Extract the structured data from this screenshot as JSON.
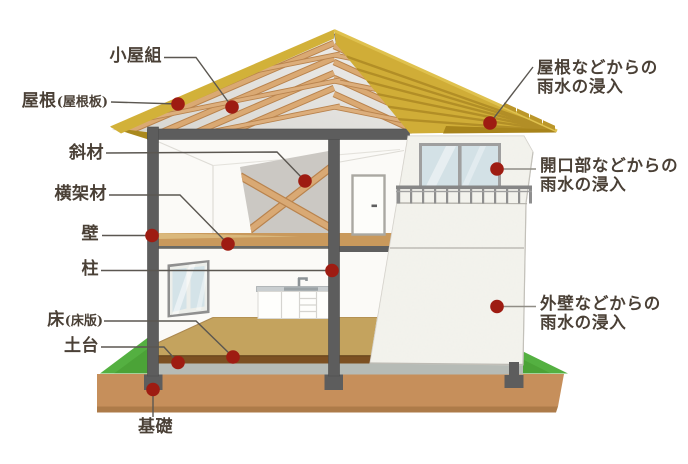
{
  "diagram_title": "",
  "structure_labels": {
    "koyagumi": {
      "text": "小屋組"
    },
    "yane": {
      "main": "屋根",
      "sub": "(屋根板)"
    },
    "shazai": {
      "text": "斜材"
    },
    "oukazai": {
      "text": "横架材"
    },
    "kabe": {
      "text": "壁"
    },
    "hashira": {
      "text": "柱"
    },
    "yuka": {
      "main": "床",
      "sub": "(床版)"
    },
    "dodai": {
      "text": "土台"
    },
    "kiso": {
      "text": "基礎"
    }
  },
  "infiltration_labels": {
    "roof": {
      "line1": "屋根などからの",
      "line2": "雨水の浸入"
    },
    "opening": {
      "line1": "開口部などからの",
      "line2": "雨水の浸入"
    },
    "exterior_wall": {
      "line1": "外壁などからの",
      "line2": "雨水の浸入"
    }
  },
  "palette": {
    "label_text": "#4a4036",
    "leader_line": "#5b5751",
    "marker_red": "#9e1c12",
    "roof_gold": "#d0ad37",
    "roof_gold_dark": "#a8841b",
    "rafter_tan": "#d9a871",
    "floor_khaki": "#c4a35e",
    "sill_brown": "#7c5022",
    "frame_gray": "#5d5d5d",
    "grass_green": "#54b041",
    "ground_brown": "#c68f5b",
    "concrete_gray": "#b6bbb6",
    "stucco_white": "#f4f3ee",
    "glass_blue": "#d3e1e6"
  }
}
